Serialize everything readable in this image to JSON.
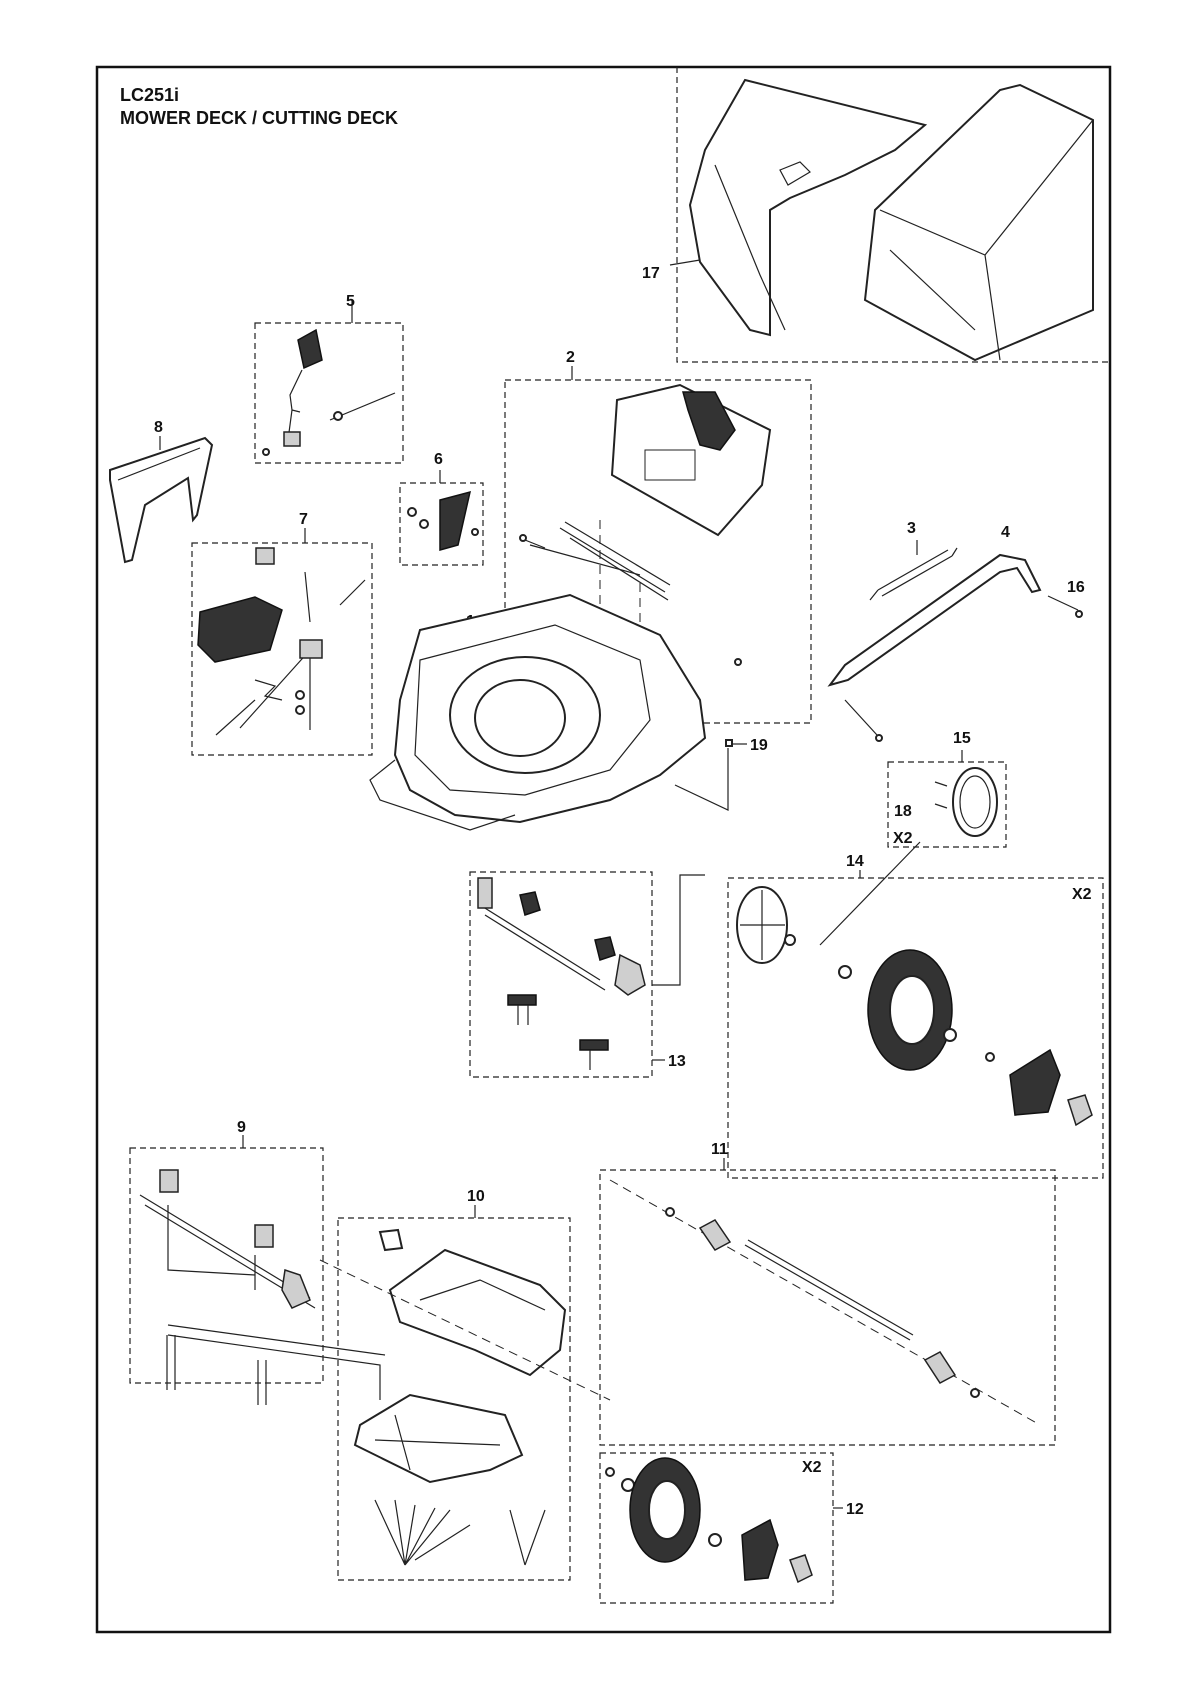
{
  "header": {
    "model": "LC251i",
    "title": "MOWER DECK / CUTTING DECK"
  },
  "callouts": {
    "c1": "1",
    "c2": "2",
    "c3": "3",
    "c4": "4",
    "c5": "5",
    "c6": "6",
    "c7": "7",
    "c8": "8",
    "c9": "9",
    "c10": "10",
    "c11": "11",
    "c12": "12",
    "c13": "13",
    "c14": "14",
    "c15": "15",
    "c16": "16",
    "c17": "17",
    "c18": "18",
    "c19": "19"
  },
  "quantity_marks": {
    "wheel_cap_qty": "X2",
    "rear_wheel_qty": "X2",
    "front_wheel_qty": "X2"
  }
}
